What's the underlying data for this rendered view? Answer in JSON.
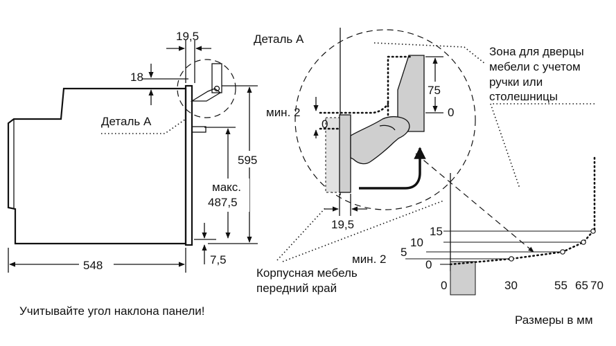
{
  "labels": {
    "detail_a_top": "Деталь А",
    "detail_a_side": "Деталь А",
    "zone_line1": "Зона для дверцы",
    "zone_line2": "мебели с учетом",
    "zone_line3": "ручки или",
    "zone_line4": "столешницы",
    "cabinet_line1": "Корпусная мебель",
    "cabinet_line2": "передний край",
    "panel_note": "Учитывайте угол наклона панели!",
    "units_note": "Размеры в мм"
  },
  "dimensions": {
    "top_gap": "19,5",
    "top_offset": "18",
    "height_total": "595",
    "inner_label": "макс.",
    "inner_value": "487,5",
    "bottom_offset": "7,5",
    "depth": "548",
    "detail_min": "мин. 2",
    "detail_zero": "0",
    "detail_75": "75",
    "detail_zero_right": "0",
    "detail_bottom": "19,5"
  },
  "chart_data": {
    "type": "line",
    "y_ticks": [
      "15",
      "10",
      "5",
      "мин. 2",
      "0"
    ],
    "x_ticks": [
      "0",
      "30",
      "55",
      "65",
      "70"
    ],
    "series": [
      {
        "x": [
          0,
          30,
          55,
          65,
          70
        ],
        "y": [
          0,
          2,
          5,
          10,
          15
        ]
      }
    ]
  }
}
